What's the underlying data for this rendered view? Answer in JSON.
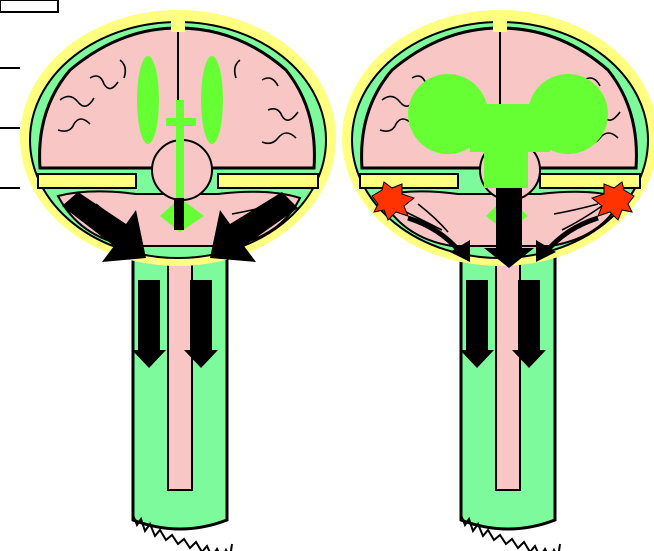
{
  "diagram": {
    "panels": [
      {
        "id": "normal",
        "ventricles": "normal",
        "lesions": false
      },
      {
        "id": "enlarged",
        "ventricles": "enlarged",
        "lesions": true
      }
    ],
    "label_lines": 3
  },
  "colors": {
    "skull_outer": "#ffff80",
    "csf": "#7dfa9c",
    "brain": "#f9c6c6",
    "ventricle": "#66ff33",
    "arrow": "#000000",
    "lesion": "#ff3300"
  }
}
